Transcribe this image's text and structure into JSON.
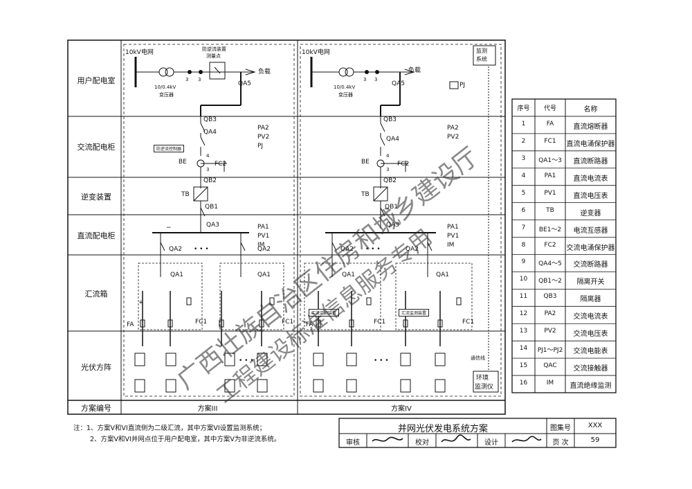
{
  "rows": [
    "用户配电室",
    "交流配电柜",
    "逆变装置",
    "直流配电柜",
    "汇流箱",
    "光伏方阵",
    "方案编号"
  ],
  "schemes": [
    "方案III",
    "方案IV"
  ],
  "grid_label": "10kV电网",
  "transformer": {
    "ratio": "10/0.4kV",
    "name": "变压器"
  },
  "load_label": "负载",
  "anti_reverse_point": [
    "防逆流装置",
    "测量点"
  ],
  "anti_reverse_controller": "防逆流控制器",
  "monitor_system": [
    "监测",
    "系统"
  ],
  "env_monitor": [
    "环境",
    "监测仪"
  ],
  "comm_line": "通信线",
  "combiner_monitor": "汇流监测装置",
  "device_labels": {
    "qa5": "QA5",
    "qb3": "QB3",
    "qa4": "QA4",
    "be": "BE",
    "fc2": "FC2",
    "qb2": "QB2",
    "tb": "TB",
    "qb1": "QB1",
    "qa3": "QA3",
    "qa2": "QA2",
    "qa1": "QA1",
    "fa": "FA",
    "fc1": "FC1",
    "pj": "PJ",
    "pa2": "PA2",
    "pv2": "PV2",
    "pa1": "PA1",
    "pv1": "PV1",
    "im": "IM",
    "n3": "3",
    "n4": "4",
    "plus": "+",
    "minus": "−",
    "dots": "• • •"
  },
  "legend": {
    "headers": [
      "序号",
      "代号",
      "名称"
    ],
    "rows": [
      [
        "1",
        "FA",
        "直流熔断器"
      ],
      [
        "2",
        "FC1",
        "直流电涌保护器"
      ],
      [
        "3",
        "QA1～3",
        "直流断路器"
      ],
      [
        "4",
        "PA1",
        "直流电流表"
      ],
      [
        "5",
        "PV1",
        "直流电压表"
      ],
      [
        "6",
        "TB",
        "逆变器"
      ],
      [
        "7",
        "BE1～2",
        "电流互感器"
      ],
      [
        "8",
        "FC2",
        "交流电涌保护器"
      ],
      [
        "9",
        "QA4～5",
        "交流断路器"
      ],
      [
        "10",
        "QB1～2",
        "隔离开关"
      ],
      [
        "11",
        "QB3",
        "隔离器"
      ],
      [
        "12",
        "PA2",
        "交流电流表"
      ],
      [
        "13",
        "PV2",
        "交流电压表"
      ],
      [
        "14",
        "PJ1～PJ2",
        "交流电能表"
      ],
      [
        "15",
        "QAC",
        "交流接触器"
      ],
      [
        "16",
        "IM",
        "直流绝缘监测"
      ]
    ]
  },
  "notes": [
    "注：1、方案V和VI直流侧为二级汇流，其中方案VI设置监测系统；",
    "2、方案V和VI并网点位于用户配电室，其中方案V为非逆流系统。"
  ],
  "title_block": {
    "title": "并网光伏发电系统方案",
    "atlas_label": "图集号",
    "atlas_no": "XXX",
    "review": "审核",
    "check": "校对",
    "design": "设计",
    "page_label": "页 次",
    "page_no": "59"
  },
  "watermark": [
    "广西壮族自治区住房和城乡建设厅",
    "工程建设标准信息服务专用"
  ]
}
